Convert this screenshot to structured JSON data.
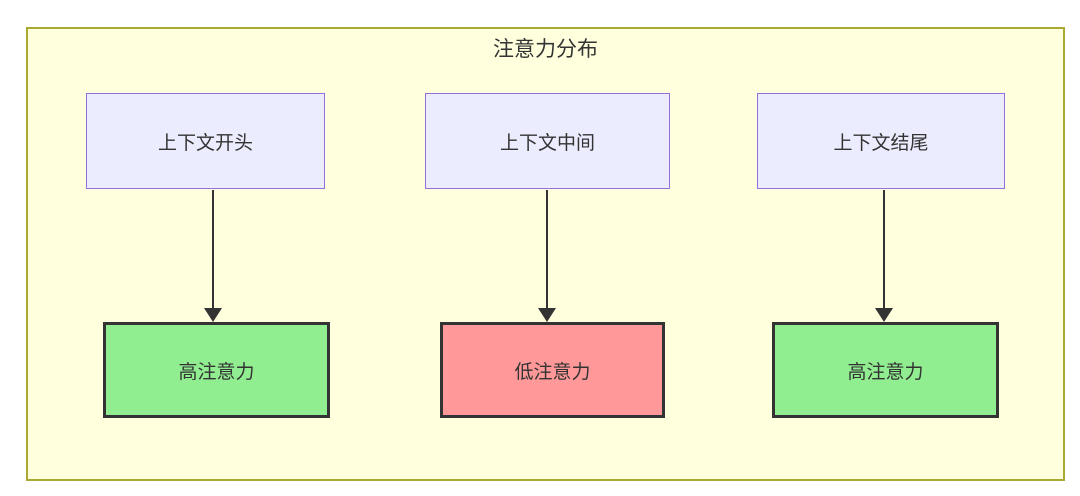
{
  "diagram": {
    "title": "注意力分布",
    "top_nodes": [
      {
        "label": "上下文开头"
      },
      {
        "label": "上下文中间"
      },
      {
        "label": "上下文结尾"
      }
    ],
    "bottom_nodes": [
      {
        "label": "高注意力",
        "state": "high"
      },
      {
        "label": "低注意力",
        "state": "low"
      },
      {
        "label": "高注意力",
        "state": "high"
      }
    ],
    "edges": [
      {
        "from": "上下文开头",
        "to": "高注意力"
      },
      {
        "from": "上下文中间",
        "to": "低注意力"
      },
      {
        "from": "上下文结尾",
        "to": "高注意力"
      }
    ],
    "colors": {
      "cluster_bg": "#ffffde",
      "cluster_border": "#aaaa33",
      "context_node_bg": "#ececff",
      "context_node_border": "#9370db",
      "high_attention_bg": "#90ee90",
      "low_attention_bg": "#ff9999",
      "result_node_border": "#333333",
      "text": "#333333",
      "arrow": "#333333"
    }
  }
}
